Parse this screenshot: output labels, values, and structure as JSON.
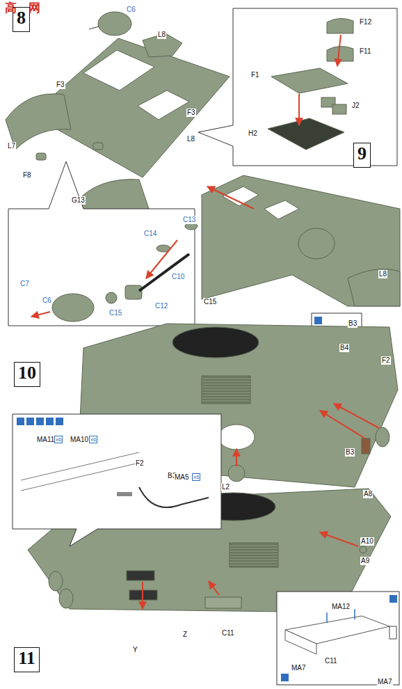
{
  "diagram": {
    "nodes": [
      {
        "text": [
          "8"
        ]
      },
      {
        "text": [
          "9"
        ]
      },
      {
        "text": [
          "10"
        ]
      },
      {
        "text": [
          "11"
        ]
      }
    ],
    "labels": [
      "高",
      "网",
      "C6",
      "L8",
      "F3",
      "L7",
      "F3",
      "L8",
      "F8",
      "G13",
      "F12",
      "F11",
      "F1",
      "J2",
      "H2",
      "C13",
      "C14",
      "C10",
      "C7",
      "C6",
      "C15",
      "C12",
      "C15",
      "L8",
      "B3",
      "B4",
      "F2",
      "B3",
      "B3",
      "F2",
      "L2",
      "MA11",
      "x6",
      "MA10",
      "x6",
      "MA5",
      "x6",
      "A8",
      "A10",
      "A9",
      "Z",
      "Y",
      "C11",
      "MA12",
      "C11",
      "MA7",
      "MA7"
    ]
  }
}
